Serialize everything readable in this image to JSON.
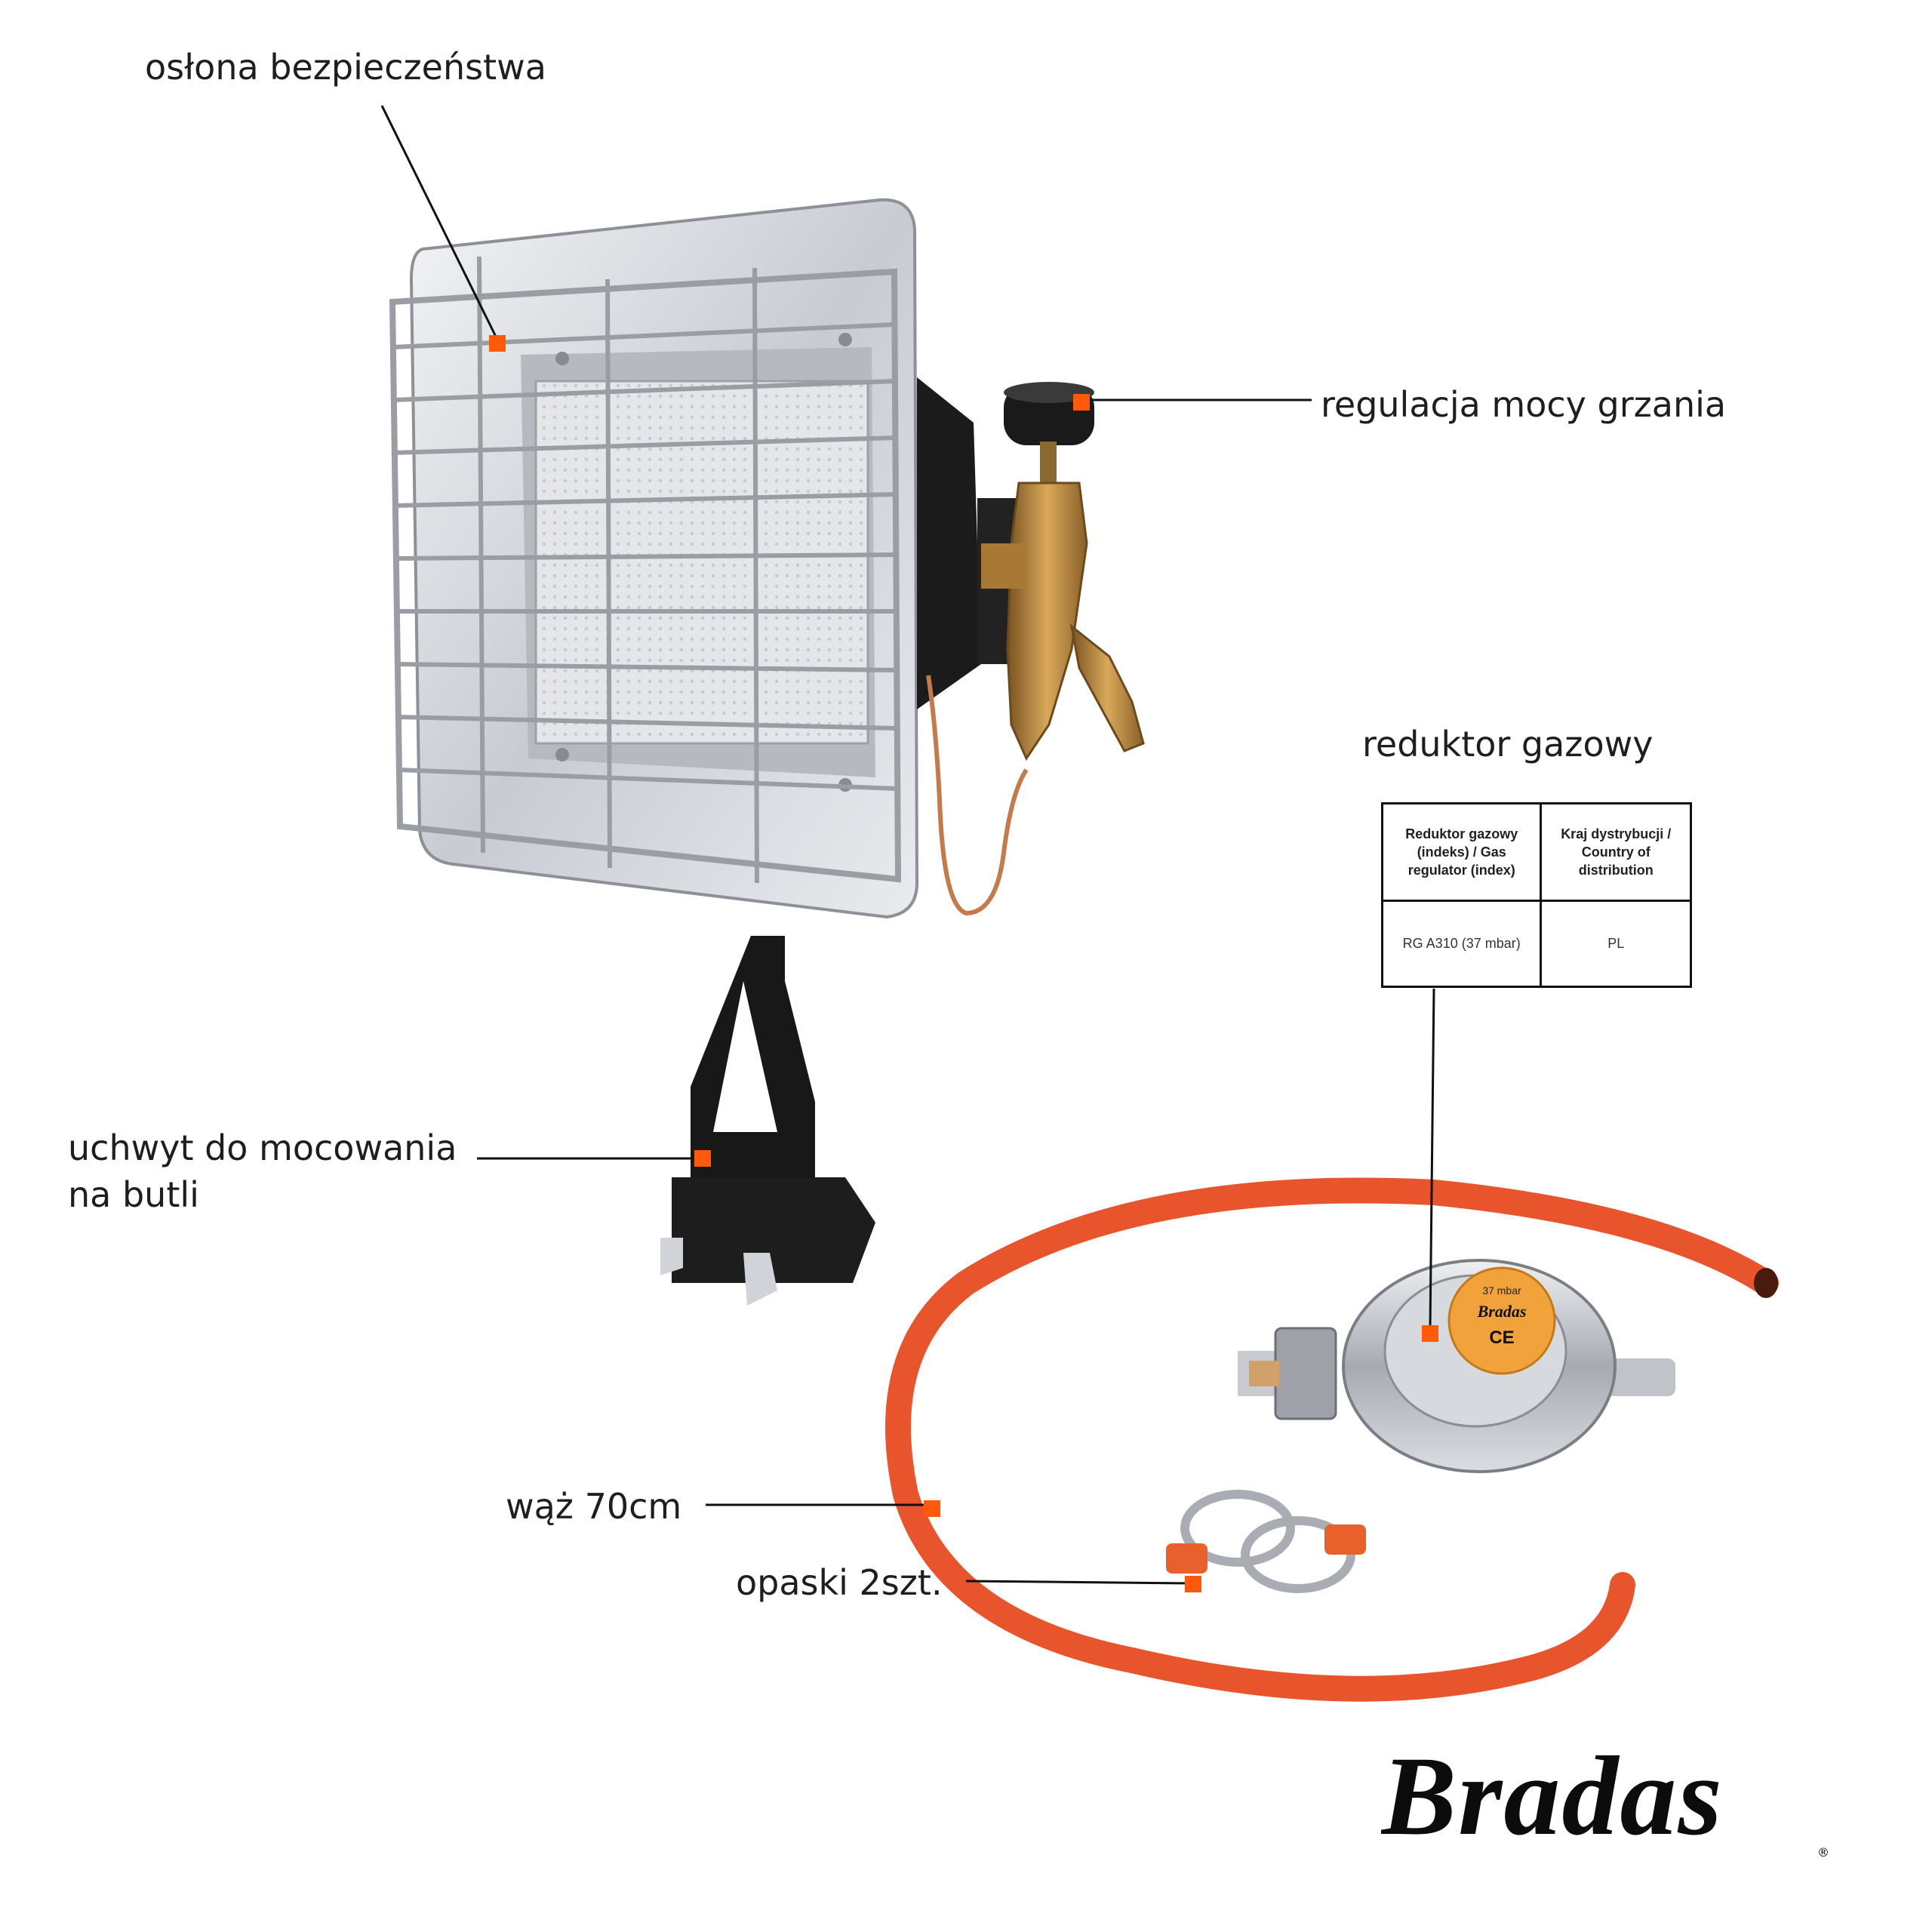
{
  "callouts": {
    "safety_guard": "osłona bezpieczeństwa",
    "power_control": "regulacja mocy grzania",
    "gas_reducer": "reduktor gazowy",
    "bottle_mount_line1": "uchwyt do mocowania",
    "bottle_mount_line2": "na butli",
    "hose": "wąż 70cm",
    "clamps": "opaski 2szt."
  },
  "spec_table": {
    "headers": [
      "Reduktor gazowy (indeks) / Gas regulator (index)",
      "Kraj dystrybucji / Country of distribution"
    ],
    "row": [
      "RG A310 (37 mbar)",
      "PL"
    ]
  },
  "regulator_label": {
    "pressure": "37 mbar",
    "brand": "Bradas",
    "mark": "CE"
  },
  "brand": {
    "name": "Bradas",
    "registered": "®"
  },
  "colors": {
    "accent": "#ff5a0a",
    "hose": "#e8542c",
    "steel": "#c9ccd0",
    "brass": "#b8863b"
  }
}
